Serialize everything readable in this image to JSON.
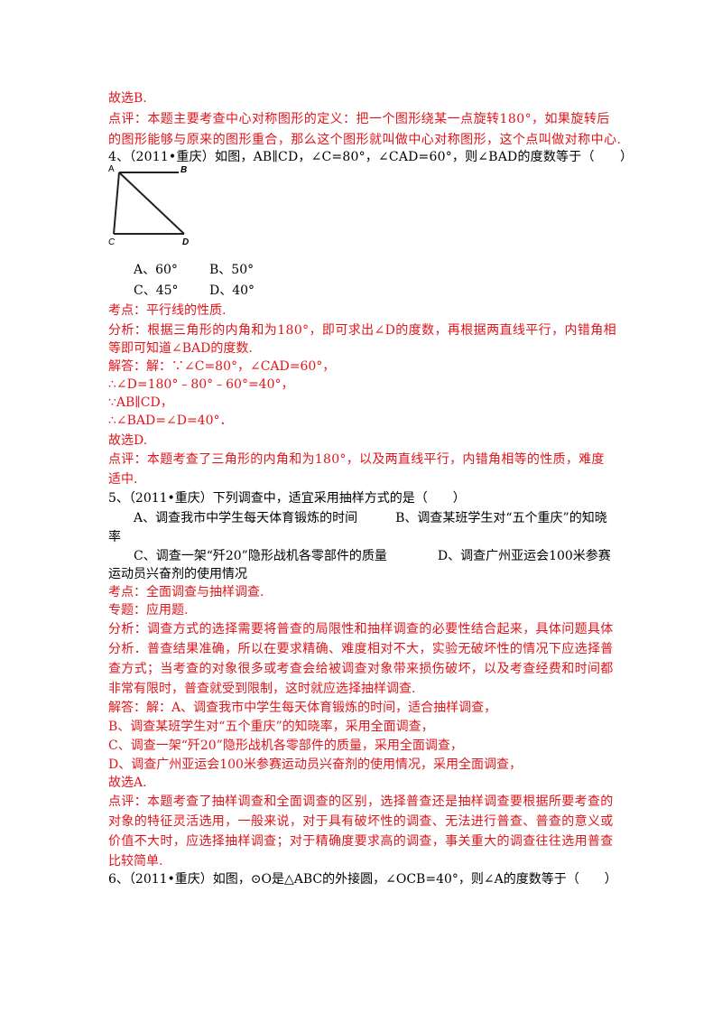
{
  "lines": [
    {
      "id": "l1",
      "text": "故选B.",
      "color": "red"
    },
    {
      "id": "l2",
      "text": "点评：本题主要考查中心对称图形的定义：把一个图形绕某一点旋转180°，如果旋转后",
      "color": "red"
    },
    {
      "id": "l3",
      "text": "的图形能够与原来的图形重合，那么这个图形就叫做中心对称图形，这个点叫做对称中心.",
      "color": "red"
    },
    {
      "id": "l4",
      "text": "4、（2011•重庆）如图，AB∥CD，∠C=80°，∠CAD=60°，则∠BAD的度数等于（　　）",
      "color": "black"
    },
    {
      "id": "l5",
      "text": "考点：平行线的性质.",
      "color": "red"
    },
    {
      "id": "l6",
      "text": "分析：根据三角形的内角和为180°，即可求出∠D的度数，再根据两直线平行，内错角相",
      "color": "red"
    },
    {
      "id": "l7",
      "text": "等即可知道∠BAD的度数.",
      "color": "red"
    },
    {
      "id": "l8",
      "text": "解答：解：∵∠C=80°，∠CAD=60°，",
      "color": "red"
    },
    {
      "id": "l9",
      "text": "∴∠D=180°﹣80°﹣60°=40°，",
      "color": "red"
    },
    {
      "id": "l10",
      "text": "∵AB∥CD，",
      "color": "red"
    },
    {
      "id": "l11",
      "text": "∴∠BAD=∠D=40°．",
      "color": "red"
    },
    {
      "id": "l12",
      "text": "故选D.",
      "color": "red"
    },
    {
      "id": "l13",
      "text": "点评：本题考查了三角形的内角和为180°，以及两直线平行，内错角相等的性质，难度",
      "color": "red"
    },
    {
      "id": "l14",
      "text": "适中.",
      "color": "red"
    },
    {
      "id": "l15",
      "text": "5、（2011•重庆）下列调查中，适宜采用抽样方式的是（　　）",
      "color": "black"
    },
    {
      "id": "l16",
      "text": "　　A、调查我市中学生每天体育锻炼的时间　　　B、调查某班学生对“五个重庆”的知晓",
      "color": "black"
    },
    {
      "id": "l17",
      "text": "率",
      "color": "black"
    },
    {
      "id": "l18",
      "text": "　　C、调查一架“歼20”隐形战机各零部件的质量　　　　D、调查广州亚运会100米参赛",
      "color": "black"
    },
    {
      "id": "l19",
      "text": "运动员兴奋剂的使用情况",
      "color": "black"
    },
    {
      "id": "l20",
      "text": "考点：全面调查与抽样调查.",
      "color": "red"
    },
    {
      "id": "l21",
      "text": "专题：应用题.",
      "color": "red"
    },
    {
      "id": "l22",
      "text": "分析：调查方式的选择需要将普查的局限性和抽样调查的必要性结合起来，具体问题具体",
      "color": "red"
    },
    {
      "id": "l23",
      "text": "分析．普查结果准确，所以在要求精确、难度相对不大，实验无破坏性的情况下应选择普",
      "color": "red"
    },
    {
      "id": "l24",
      "text": "查方式；当考查的对象很多或考查会给被调查对象带来损伤破坏，以及考查经费和时间都",
      "color": "red"
    },
    {
      "id": "l25",
      "text": "非常有限时，普查就受到限制，这时就应选择抽样调查.",
      "color": "red"
    },
    {
      "id": "l26",
      "text": "解答：解：A、调查我市中学生每天体育锻炼的时间，适合抽样调查，",
      "color": "red"
    },
    {
      "id": "l27",
      "text": "B、调查某班学生对“五个重庆”的知晓率，采用全面调查，",
      "color": "red"
    },
    {
      "id": "l28",
      "text": "C、调查一架“歼20”隐形战机各零部件的质量，采用全面调查，",
      "color": "red"
    },
    {
      "id": "l29",
      "text": "D、调查广州亚运会100米参赛运动员兴奋剂的使用情况，采用全面调查，",
      "color": "red"
    },
    {
      "id": "l30",
      "text": "故选A.",
      "color": "red"
    },
    {
      "id": "l31",
      "text": "点评：本题考查了抽样调查和全面调查的区别，选择普查还是抽样调查要根据所要考查的",
      "color": "red"
    },
    {
      "id": "l32",
      "text": "对象的特征灵活选用，一般来说，对于具有破坏性的调查、无法进行普查、普查的意义或",
      "color": "red"
    },
    {
      "id": "l33",
      "text": "价值不大时，应选择抽样调查；对于精确度要求高的调查，事关重大的调查往往选用普查",
      "color": "red"
    },
    {
      "id": "l34",
      "text": "比较简单.",
      "color": "red"
    },
    {
      "id": "l35",
      "text": "6、（2011•重庆）如图，⊙O是△ABC的外接圆，∠OCB=40°，则∠A的度数等于（　　）",
      "color": "black"
    }
  ],
  "options": {
    "a": "A、60°",
    "b": "B、50°",
    "c": "C、45°",
    "d": "D、40°"
  },
  "figure": {
    "label_a": "A",
    "label_b": "B",
    "label_c": "C",
    "label_d": "D"
  }
}
